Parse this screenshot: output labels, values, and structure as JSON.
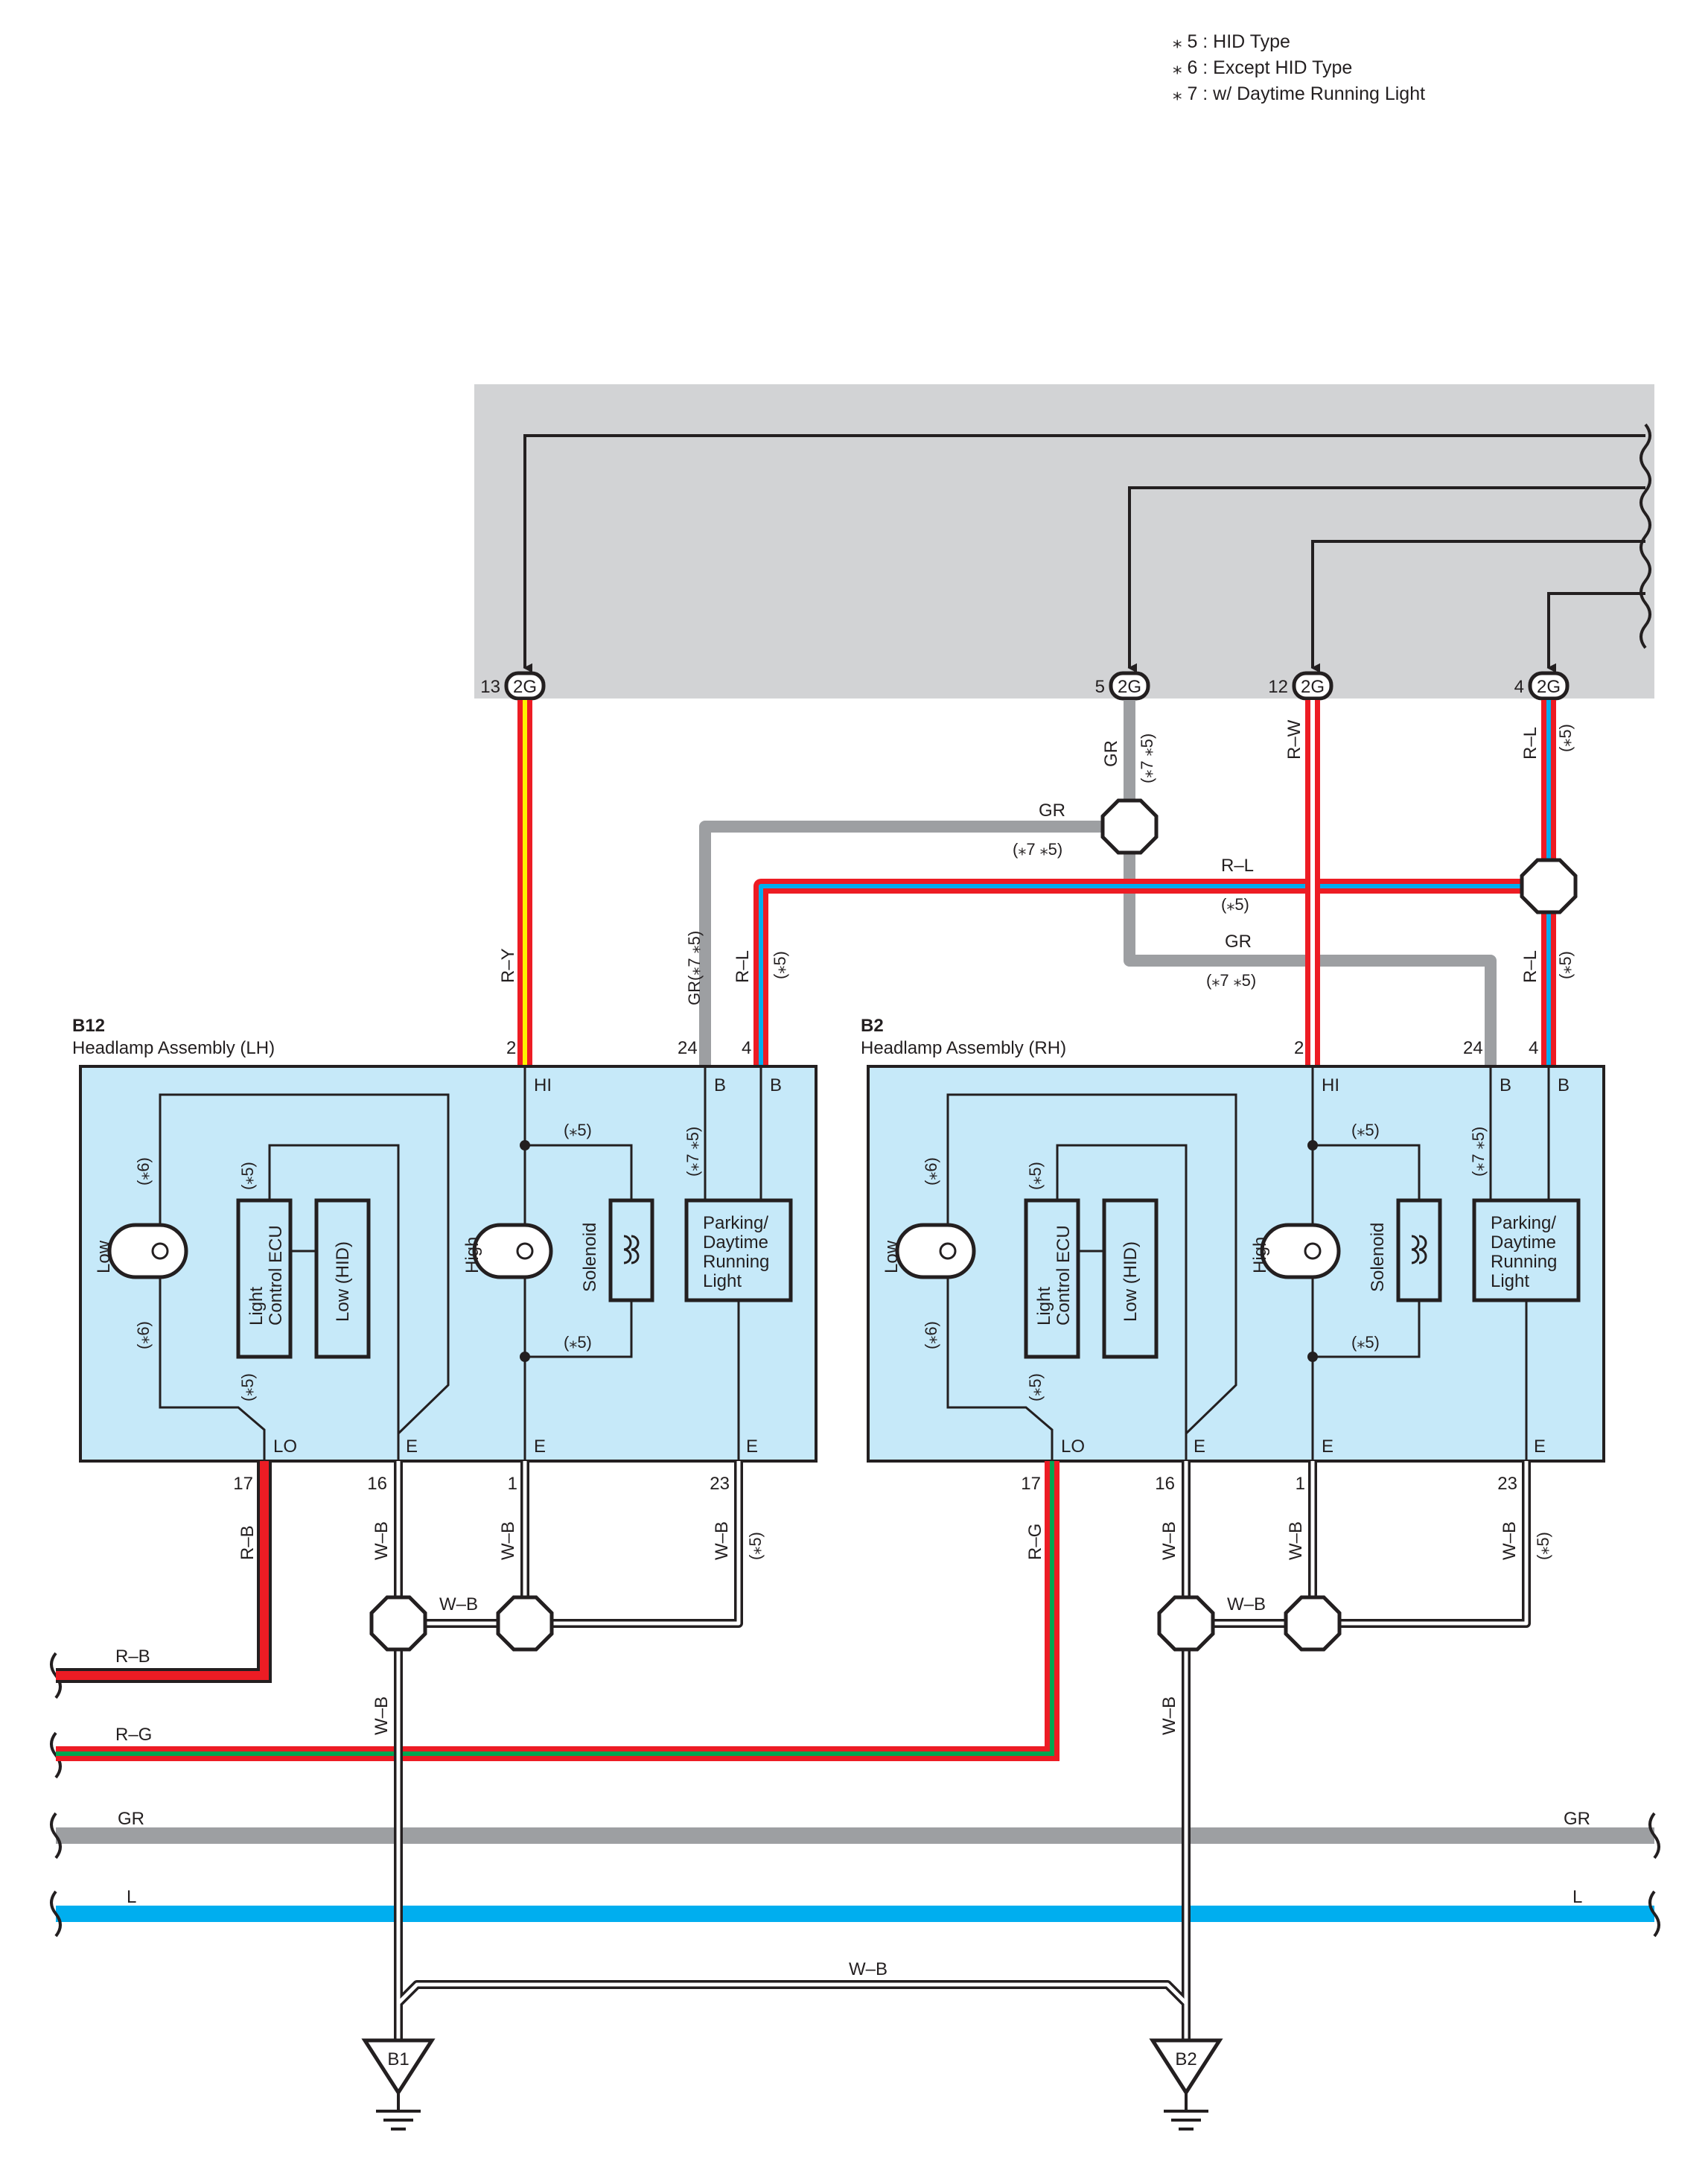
{
  "notes": [
    "⁎ 5 : HID Type",
    "⁎ 6 : Except HID Type",
    "⁎ 7 : w/ Daytime Running Light"
  ],
  "connectors": {
    "top": [
      {
        "pin": "13",
        "name": "2G"
      },
      {
        "pin": "5",
        "name": "2G"
      },
      {
        "pin": "12",
        "name": "2G"
      },
      {
        "pin": "4",
        "name": "2G"
      }
    ]
  },
  "wires": {
    "ry": "R–Y",
    "gr_top": "GR",
    "gr_top_note": "(⁎7 ⁎5)",
    "gr_h": "GR",
    "gr_h_note": "(⁎7 ⁎5)",
    "gr_v_lh": "GR(⁎7 ⁎5)",
    "rl_top": "R–L",
    "rl_top_note": "(⁎5)",
    "rl_h": "R–L",
    "rl_h_note": "(⁎5)",
    "rl_lh": "R–L",
    "rl_lh_note": "(⁎5)",
    "gr_h2": "GR",
    "gr_h2_note": "(⁎7 ⁎5)",
    "rw": "R–W",
    "rl_rh": "R–L",
    "rl_rh_note": "(⁎5)",
    "rb_lh": "R–B",
    "wb": "W–B",
    "wb_note": "(⁎5)",
    "rg_rh": "R–G",
    "rb_left": "R–B",
    "rg_left": "R–G",
    "gr_bus_left": "GR",
    "gr_bus_right": "GR",
    "l_bus_left": "L",
    "l_bus_right": "L",
    "wb_bottom": "W–B"
  },
  "lh": {
    "code": "B12",
    "name": "Headlamp Assembly (LH)",
    "pins_top": [
      "2",
      "24",
      "4"
    ],
    "pins_bottom": [
      "17",
      "16",
      "1",
      "23"
    ],
    "term_hi": "HI",
    "term_b1": "B",
    "term_b2": "B",
    "term_lo": "LO",
    "term_e1": "E",
    "term_e2": "E",
    "term_e3": "E",
    "low": "Low",
    "high": "High",
    "ecu1": "Light",
    "ecu2": "Control ECU",
    "low_hid": "Low (HID)",
    "solenoid": "Solenoid",
    "parking": [
      "Parking/",
      "Daytime",
      "Running",
      "Light"
    ],
    "n6a": "(⁎6)",
    "n6b": "(⁎6)",
    "n5a": "(⁎5)",
    "n5b": "(⁎5)",
    "n5c": "(⁎5)",
    "n5d": "(⁎5)",
    "n75": "(⁎7 ⁎5)"
  },
  "rh": {
    "code": "B2",
    "name": "Headlamp Assembly (RH)",
    "pins_top": [
      "2",
      "24",
      "4"
    ],
    "pins_bottom": [
      "17",
      "16",
      "1",
      "23"
    ],
    "term_hi": "HI",
    "term_b1": "B",
    "term_b2": "B",
    "term_lo": "LO",
    "term_e1": "E",
    "term_e2": "E",
    "term_e3": "E",
    "low": "Low",
    "high": "High",
    "ecu1": "Light",
    "ecu2": "Control ECU",
    "low_hid": "Low (HID)",
    "solenoid": "Solenoid",
    "parking": [
      "Parking/",
      "Daytime",
      "Running",
      "Light"
    ],
    "n6a": "(⁎6)",
    "n6b": "(⁎6)",
    "n5a": "(⁎5)",
    "n5b": "(⁎5)",
    "n5c": "(⁎5)",
    "n5d": "(⁎5)",
    "n75": "(⁎7 ⁎5)"
  },
  "grounds": [
    "B1",
    "B2"
  ],
  "colors": {
    "gray_panel": "#d2d3d5",
    "box_fill": "#c6e9f9",
    "red": "#ed1c24",
    "yellow": "#fff200",
    "blue": "#00aeef",
    "gray": "#9d9fa2",
    "green": "#00a651",
    "black": "#231f20"
  }
}
